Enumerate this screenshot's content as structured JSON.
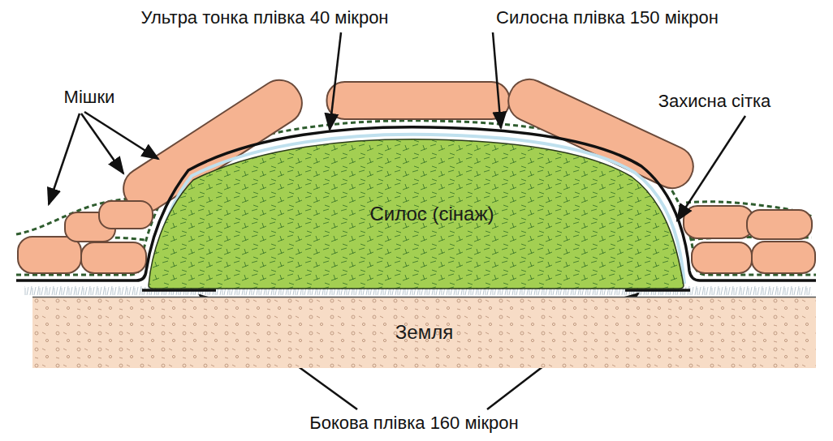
{
  "diagram": {
    "nodes": [
      {
        "text": [
          "Силос (сінаж)"
        ]
      },
      {
        "text": [
          "Земля"
        ]
      }
    ],
    "labels": [
      "Ультра тонка плівка 40 мікрон",
      "Силосна плівка 150 мікрон",
      "Мішки",
      "Захисна сітка",
      "Бокова плівка 160 мікрон"
    ]
  }
}
